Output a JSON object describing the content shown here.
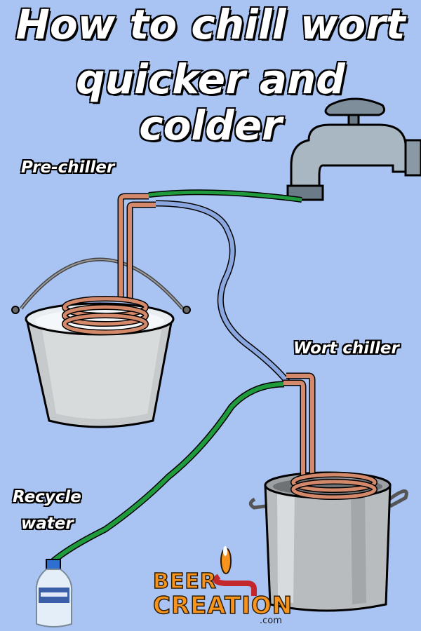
{
  "title": {
    "line1": "How to chill wort",
    "line2": "quicker and colder"
  },
  "labels": {
    "pre_chiller": "Pre-chiller",
    "wort_chiller": "Wort chiller",
    "recycle_line1": "Recycle",
    "recycle_line2": "water"
  },
  "logo": {
    "line1": "BEER",
    "line2": "CREATION",
    "suffix": ".com"
  },
  "colors": {
    "background": "#a9c3f3",
    "copper": "#d48a6a",
    "green_hose": "#1f9a3c",
    "blue_hose": "#8aa7e0",
    "logo_orange": "#f7941d"
  }
}
